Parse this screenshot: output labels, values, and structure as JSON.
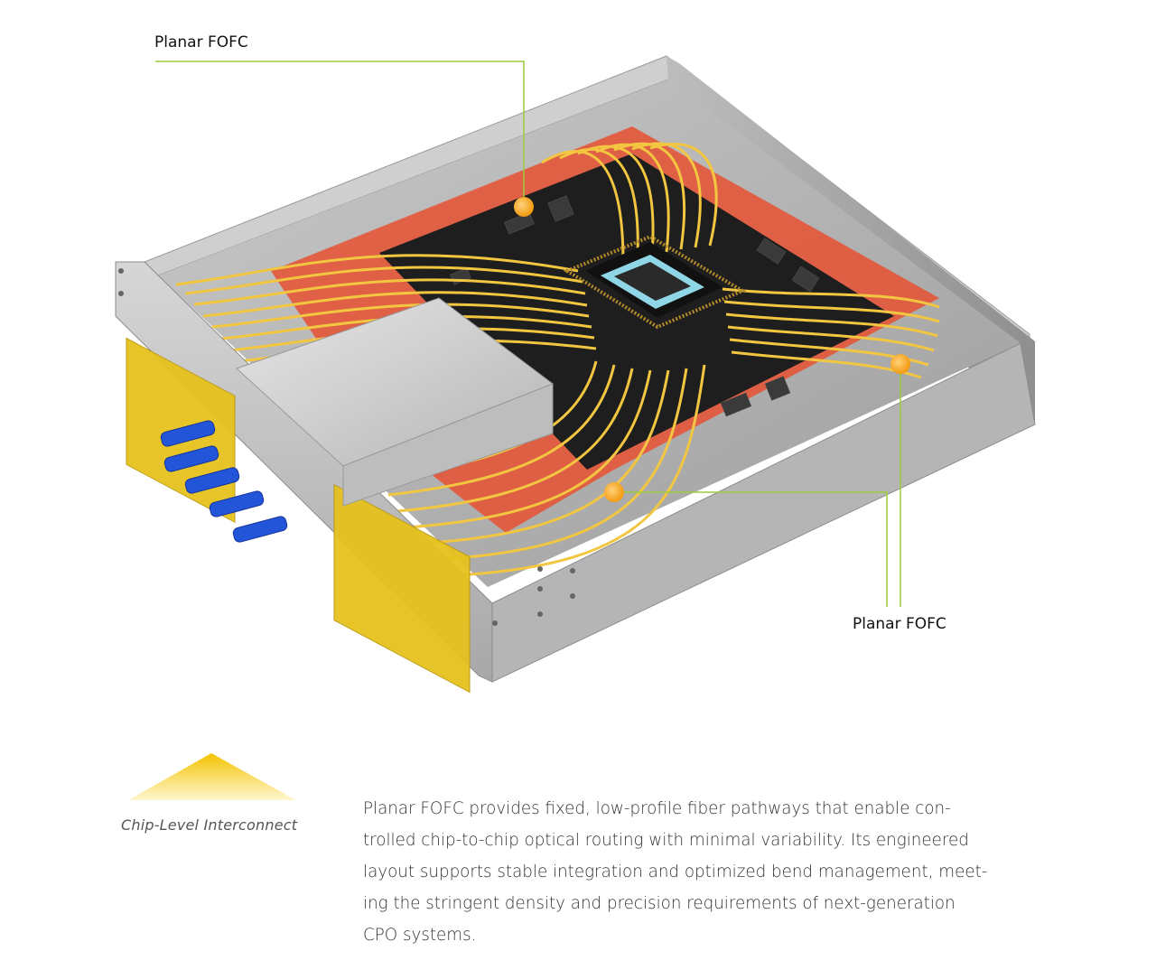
{
  "callouts": {
    "top_label": "Planar FOFC",
    "bottom_label": "Planar FOFC",
    "leader_color": "#9ccc3c",
    "marker_color": "#f7a21b"
  },
  "badge": {
    "label": "Chip-Level Interconnect",
    "accent_color": "#f2c200"
  },
  "description": {
    "lines": [
      "Planar FOFC provides fixed, low-profile fiber pathways that enable con-",
      "trolled chip-to-chip optical routing with minimal variability. Its engineered",
      "layout supports stable integration and optimized bend management, meet-",
      "ing the stringent density and precision requirements of next-generation",
      "CPO systems."
    ]
  },
  "illustration": {
    "subject": "rack-mount-chassis-with-cpo-chip-and-planar-fiber-circuits",
    "fiber_color": "#f2c640",
    "connector_color": "#e6c21e",
    "blue_tab_color": "#2255d8",
    "pcb_color": "#1c1c1c",
    "substrate_color": "#e4573a"
  }
}
